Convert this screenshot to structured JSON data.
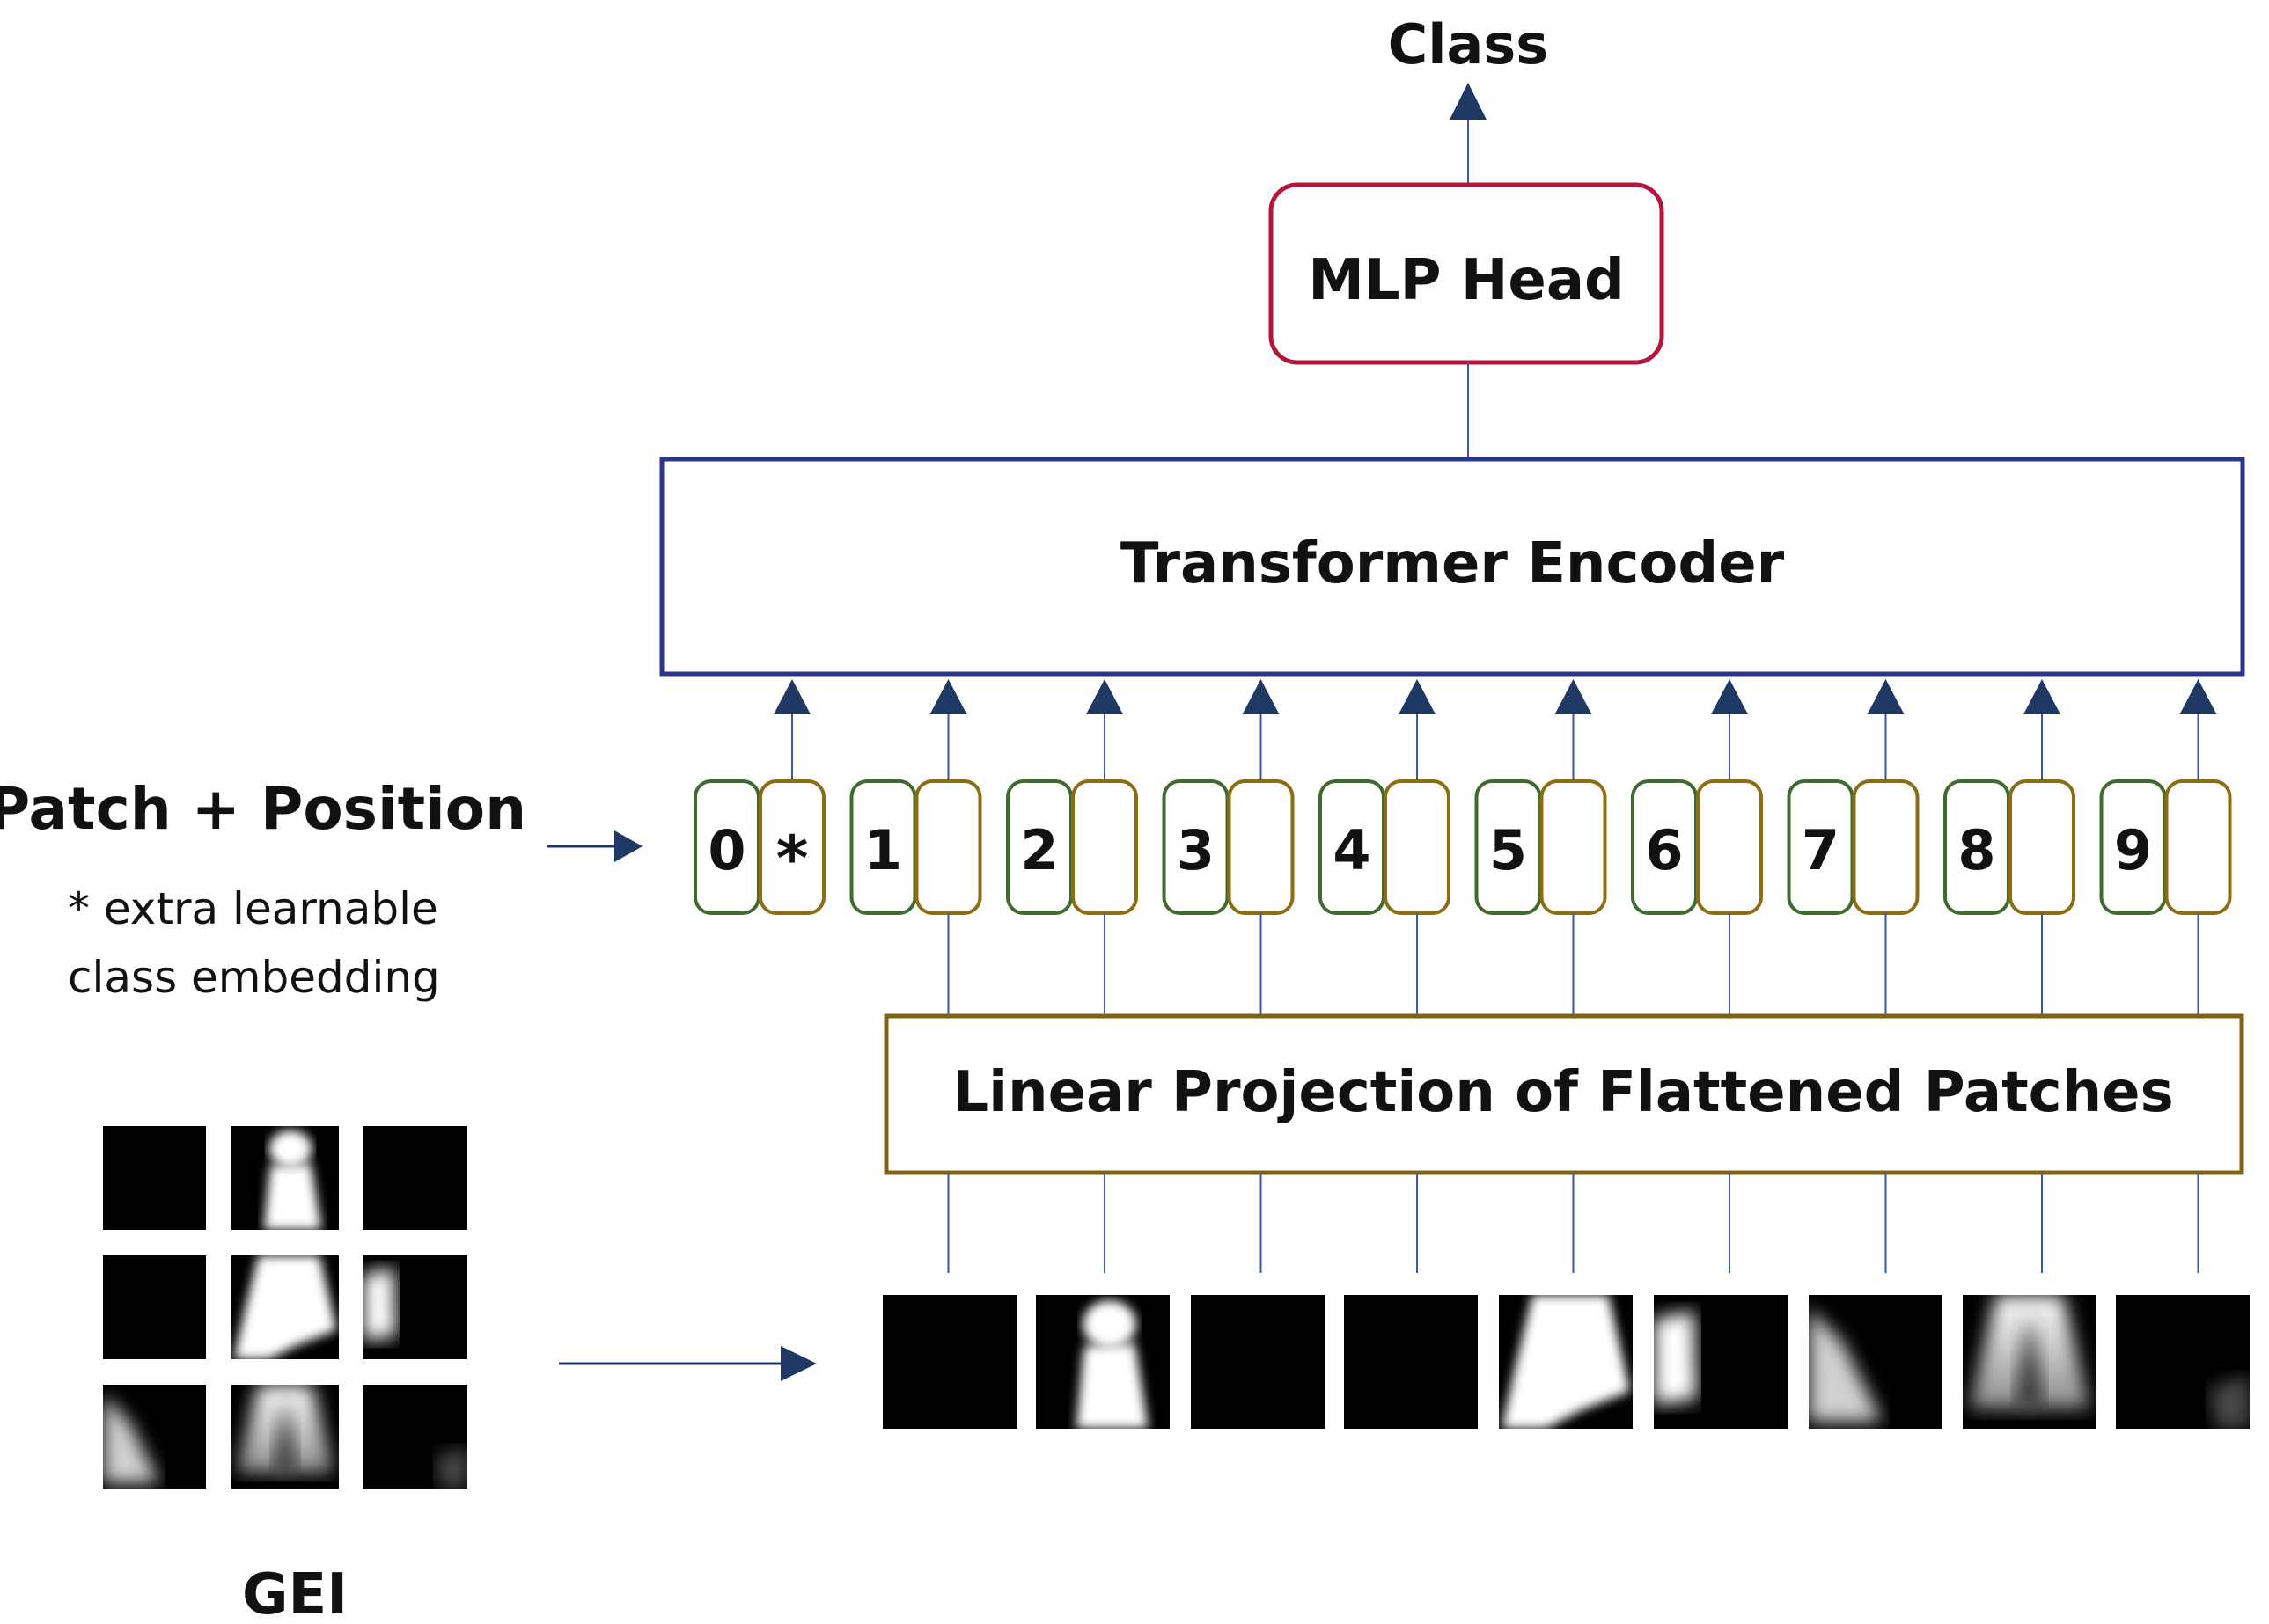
{
  "labels": {
    "output": "Class",
    "head": "MLP Head",
    "encoder": "Transformer Encoder",
    "projection": "Linear Projection of Flattened Patches",
    "embedding_title": "Patch + Position",
    "embedding_note_line1": "* extra learnable",
    "embedding_note_line2": "class embedding",
    "input_caption": "GEI"
  },
  "tokens": [
    {
      "position": "0",
      "content": "*"
    },
    {
      "position": "1",
      "content": ""
    },
    {
      "position": "2",
      "content": ""
    },
    {
      "position": "3",
      "content": ""
    },
    {
      "position": "4",
      "content": ""
    },
    {
      "position": "5",
      "content": ""
    },
    {
      "position": "6",
      "content": ""
    },
    {
      "position": "7",
      "content": ""
    },
    {
      "position": "8",
      "content": ""
    },
    {
      "position": "9",
      "content": ""
    }
  ],
  "colors": {
    "head_border": "#b5153a",
    "encoder_border": "#2b3590",
    "projection_border": "#7c6319",
    "position_border": "#3f6b2e",
    "patch_border": "#8c6d14",
    "arrow": "#1f3864",
    "line": "#3a56a8"
  }
}
